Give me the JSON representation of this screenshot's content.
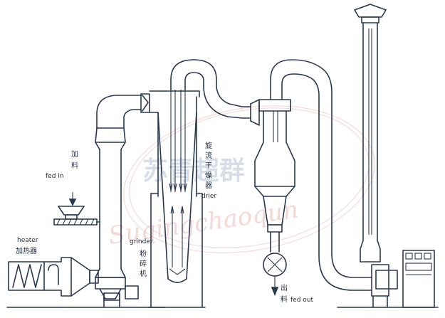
{
  "labels": {
    "feed_cn_1": "加",
    "feed_cn_2": "料",
    "feed_en": "fed in",
    "heater_en": "heater",
    "heater_cn": "加热器",
    "grinder_en": "grinder",
    "grinder_cn_1": "粉",
    "grinder_cn_2": "碎",
    "grinder_cn_3": "机",
    "drier_cn_1": "旋",
    "drier_cn_2": "流",
    "drier_cn_3": "干",
    "drier_cn_4": "燥",
    "drier_cn_5": "器",
    "drier_en": "drier",
    "out_cn_1": "出",
    "out_cn_2": "料",
    "out_en": "fed out"
  },
  "watermark": {
    "cn": "苏青超群",
    "latin": "Suqingchaoqun"
  }
}
